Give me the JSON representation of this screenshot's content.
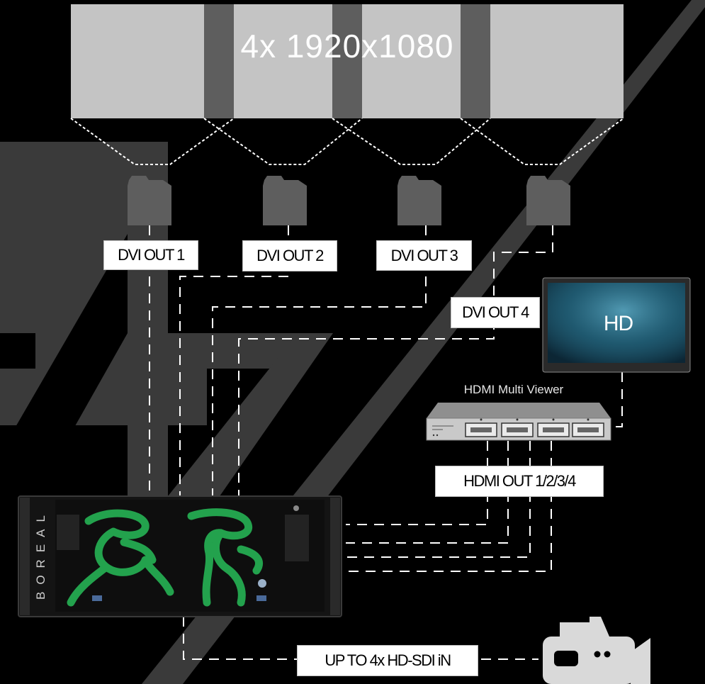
{
  "video_wall": {
    "title": "4x 1920x1080"
  },
  "outputs": {
    "dvi": [
      "DVI OUT 1",
      "DVI OUT 2",
      "DVI OUT 3",
      "DVI OUT 4"
    ],
    "hdmi": "HDMI OUT 1/2/3/4"
  },
  "monitor": {
    "text": "HD"
  },
  "multiviewer": {
    "caption": "HDMI Multi Viewer"
  },
  "media_server": {
    "brand": "BOREAL"
  },
  "input": {
    "label": "UP TO 4x HD-SDI iN"
  },
  "colors": {
    "background": "#000000",
    "watermark": "#3a3a3a",
    "screen": "#c4c4c4",
    "bezel": "#5e5e5e",
    "connector": "#5e5e5e",
    "line": "#ffffff",
    "logo_green": "#23a24d",
    "camera": "#d9d9d9"
  }
}
